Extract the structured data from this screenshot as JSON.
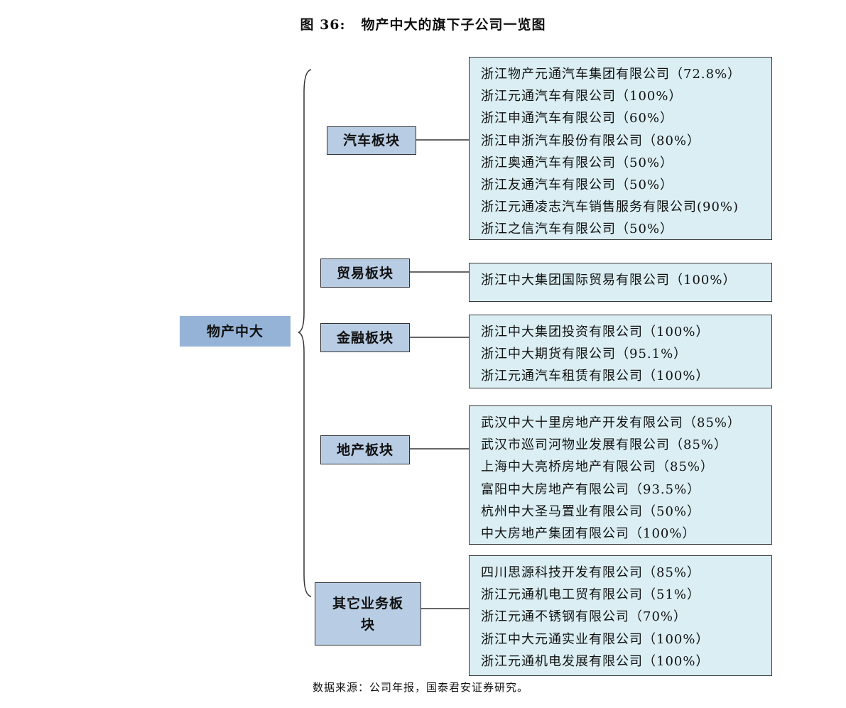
{
  "title": {
    "number": "图 36:",
    "text": "物产中大的旗下子公司一览图"
  },
  "root": {
    "label": "物产中大"
  },
  "segments": [
    {
      "label": "汽车板块",
      "companies": [
        "浙江物产元通汽车集团有限公司（72.8%）",
        "浙江元通汽车有限公司（100%）",
        "浙江申通汽车有限公司（60%）",
        "浙江申浙汽车股份有限公司（80%）",
        "浙江奥通汽车有限公司（50%）",
        "浙江友通汽车有限公司（50%）",
        "浙江元通凌志汽车销售服务有限公司(90%)",
        "浙江之信汽车有限公司（50%）"
      ]
    },
    {
      "label": "贸易板块",
      "companies": [
        "浙江中大集团国际贸易有限公司（100%）"
      ]
    },
    {
      "label": "金融板块",
      "companies": [
        "浙江中大集团投资有限公司（100%）",
        "浙江中大期货有限公司（95.1%）",
        "浙江元通汽车租赁有限公司（100%）"
      ]
    },
    {
      "label": "地产板块",
      "companies": [
        "武汉中大十里房地产开发有限公司（85%）",
        "武汉市巡司河物业发展有限公司（85%）",
        "上海中大亮桥房地产有限公司（85%）",
        "富阳中大房地产有限公司（93.5%）",
        "杭州中大圣马置业有限公司（50%）",
        "中大房地产集团有限公司（100%）"
      ]
    },
    {
      "label": "其它业务板块",
      "companies": [
        "四川思源科技开发有限公司（85%）",
        "浙江元通机电工贸有限公司（51%）",
        "浙江元通不锈钢有限公司（70%）",
        "浙江中大元通实业有限公司（100%）",
        "浙江元通机电发展有限公司（100%）"
      ]
    }
  ],
  "source": "数据来源：公司年报，国泰君安证券研究。"
}
